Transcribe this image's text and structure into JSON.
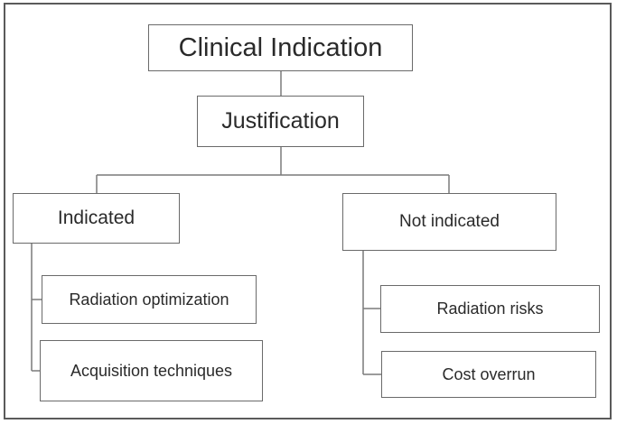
{
  "diagram": {
    "nodes": {
      "clinical_indication": "Clinical Indication",
      "justification": "Justification",
      "indicated": "Indicated",
      "not_indicated": "Not indicated",
      "radiation_optimization": "Radiation optimization",
      "acquisition_techniques": "Acquisition techniques",
      "radiation_risks": "Radiation risks",
      "cost_overrun": "Cost overrun"
    },
    "edges": [
      [
        "clinical_indication",
        "justification"
      ],
      [
        "justification",
        "indicated"
      ],
      [
        "justification",
        "not_indicated"
      ],
      [
        "indicated",
        "radiation_optimization"
      ],
      [
        "indicated",
        "acquisition_techniques"
      ],
      [
        "not_indicated",
        "radiation_risks"
      ],
      [
        "not_indicated",
        "cost_overrun"
      ]
    ]
  }
}
